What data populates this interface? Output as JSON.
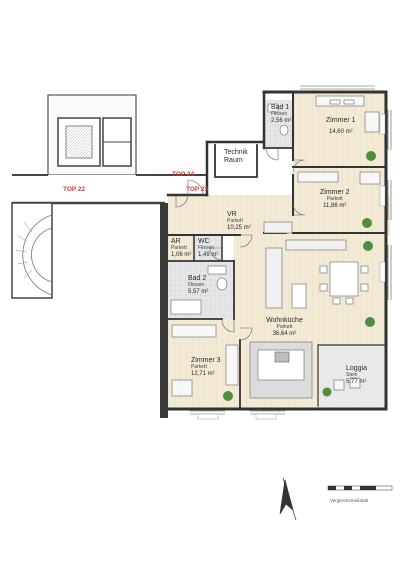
{
  "rooms": {
    "bad1": {
      "name": "Bad 1",
      "floor": "Fliesen",
      "area": "2,56 m²"
    },
    "zimmer1": {
      "name": "Zimmer 1",
      "floor": "Parkett",
      "area": "14,60 m²"
    },
    "technik": {
      "name": "Technik Raum"
    },
    "zimmer2": {
      "name": "Zimmer 2",
      "floor": "Parkett",
      "area": "11,86 m²"
    },
    "vr": {
      "name": "VR",
      "floor": "Parkett",
      "area": "10,25 m²"
    },
    "ar": {
      "name": "AR",
      "floor": "Parkett",
      "area": "1,06 m²"
    },
    "wc": {
      "name": "WC",
      "floor": "Fliesen",
      "area": "1,49 m²"
    },
    "bad2": {
      "name": "Bad 2",
      "floor": "Fliesen",
      "area": "5,57 m²"
    },
    "wohnkueche": {
      "name": "Wohnküche",
      "floor": "Parkett",
      "area": "36,64 m²"
    },
    "zimmer3": {
      "name": "Zimmer 3",
      "floor": "Parkett",
      "area": "12,71 m²"
    },
    "loggia": {
      "name": "Loggia",
      "floor": "Stein",
      "area": "5,77 m²"
    }
  },
  "tops": {
    "top22": "TOP 22",
    "top23": "TOP 23",
    "top24": "TOP 24"
  },
  "scale_label": "Vergleichsmaßstab",
  "colors": {
    "wall": "#3a3a3a",
    "parquet": "#f0e6cf",
    "tile": "#dcdcdc",
    "plant": "#4f8f3c",
    "accent": "#d23a2a"
  }
}
